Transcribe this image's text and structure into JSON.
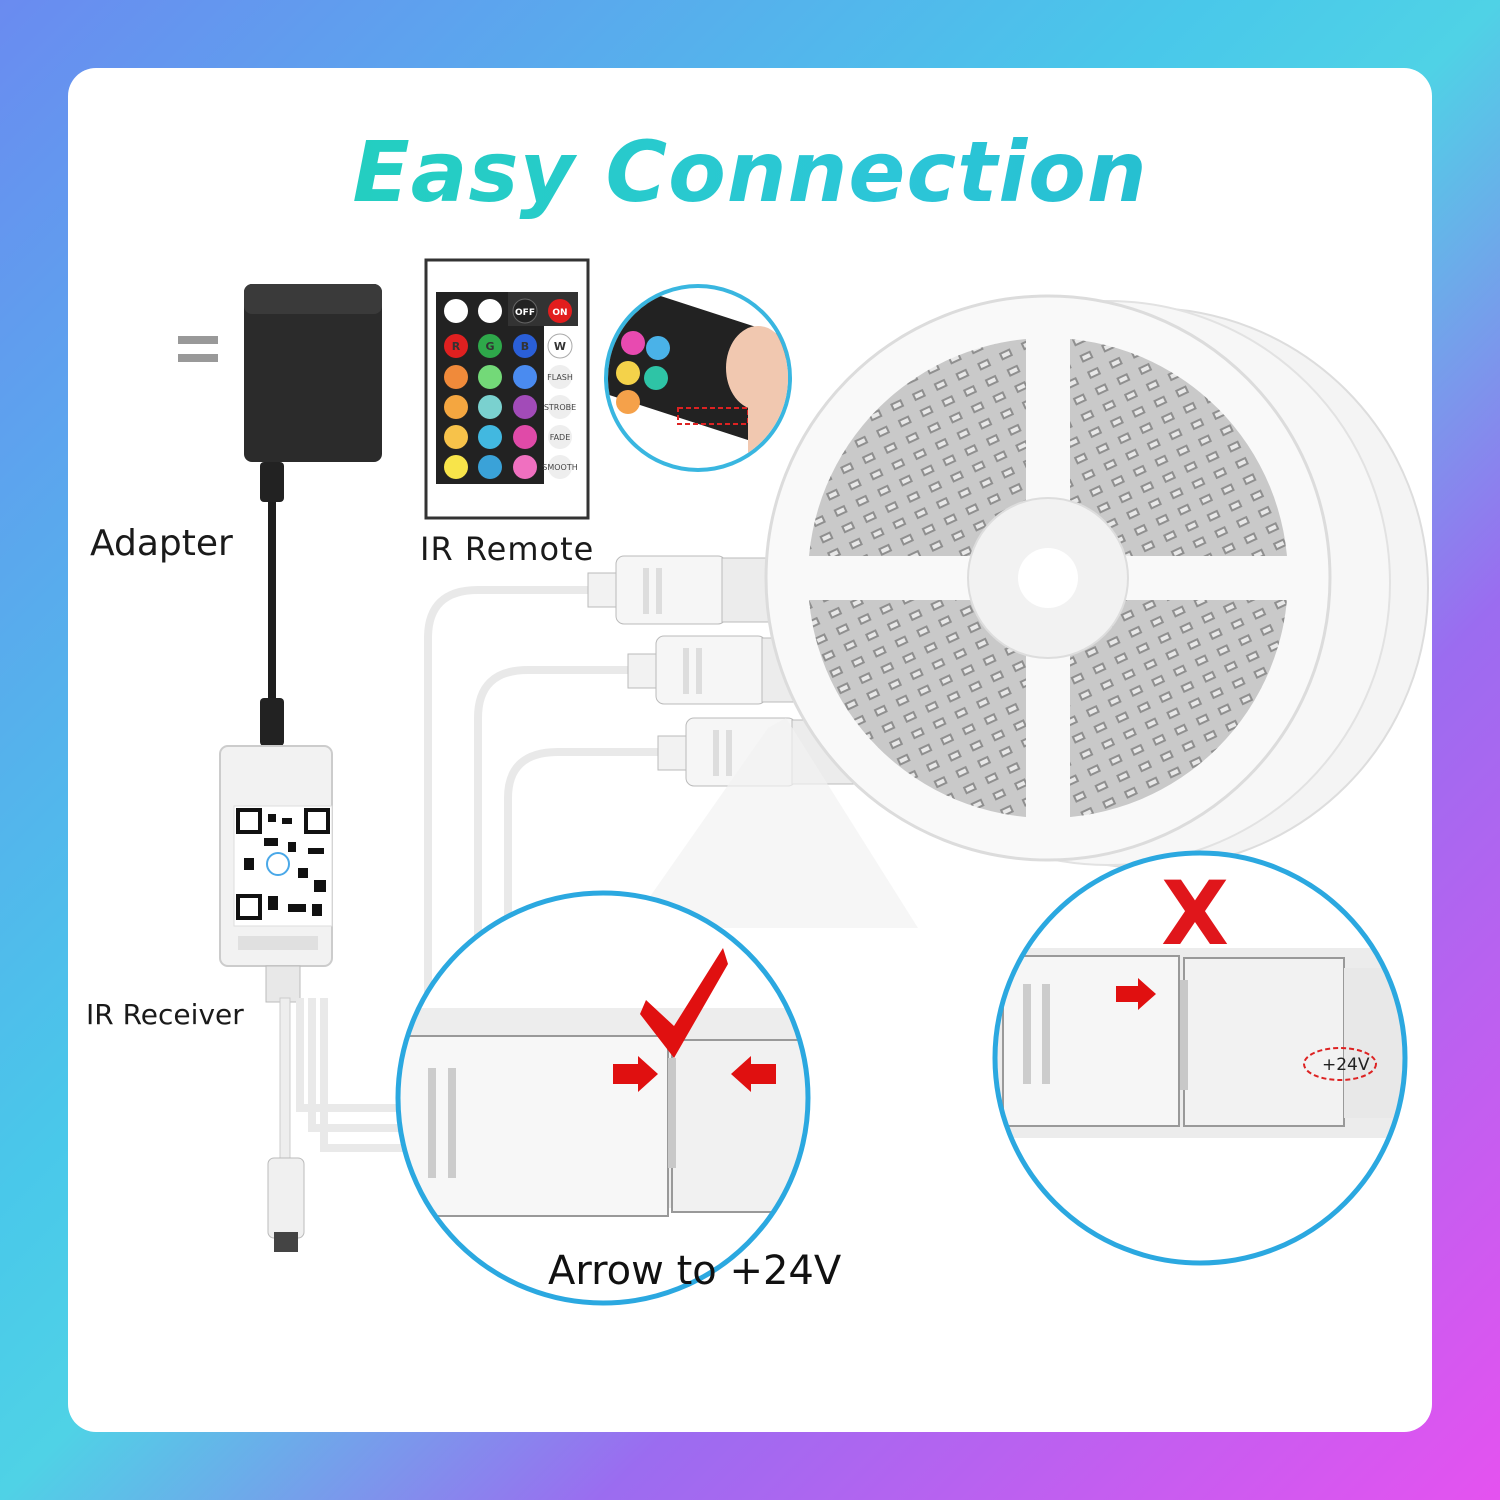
{
  "title": "Easy Connection",
  "labels": {
    "adapter": "Adapter",
    "remote": "IR Remote",
    "receiver": "IR Receiver"
  },
  "remote_buttons": {
    "off": "OFF",
    "on": "ON",
    "r": "R",
    "g": "G",
    "b": "B",
    "w": "W",
    "flash": "FLASH",
    "strobe": "STROBE",
    "fade": "FADE",
    "smooth": "SMOOTH"
  },
  "callouts": {
    "correct_caption": "Arrow to +24V",
    "voltage_mark": "+24V",
    "wrong_mark": "X"
  },
  "colors": {
    "title_gradient_start": "#1fd3b4",
    "title_gradient_end": "#1fb8c9",
    "callout_border": "#2ba8e0",
    "check_red": "#e01010",
    "x_red": "#e0161b"
  }
}
